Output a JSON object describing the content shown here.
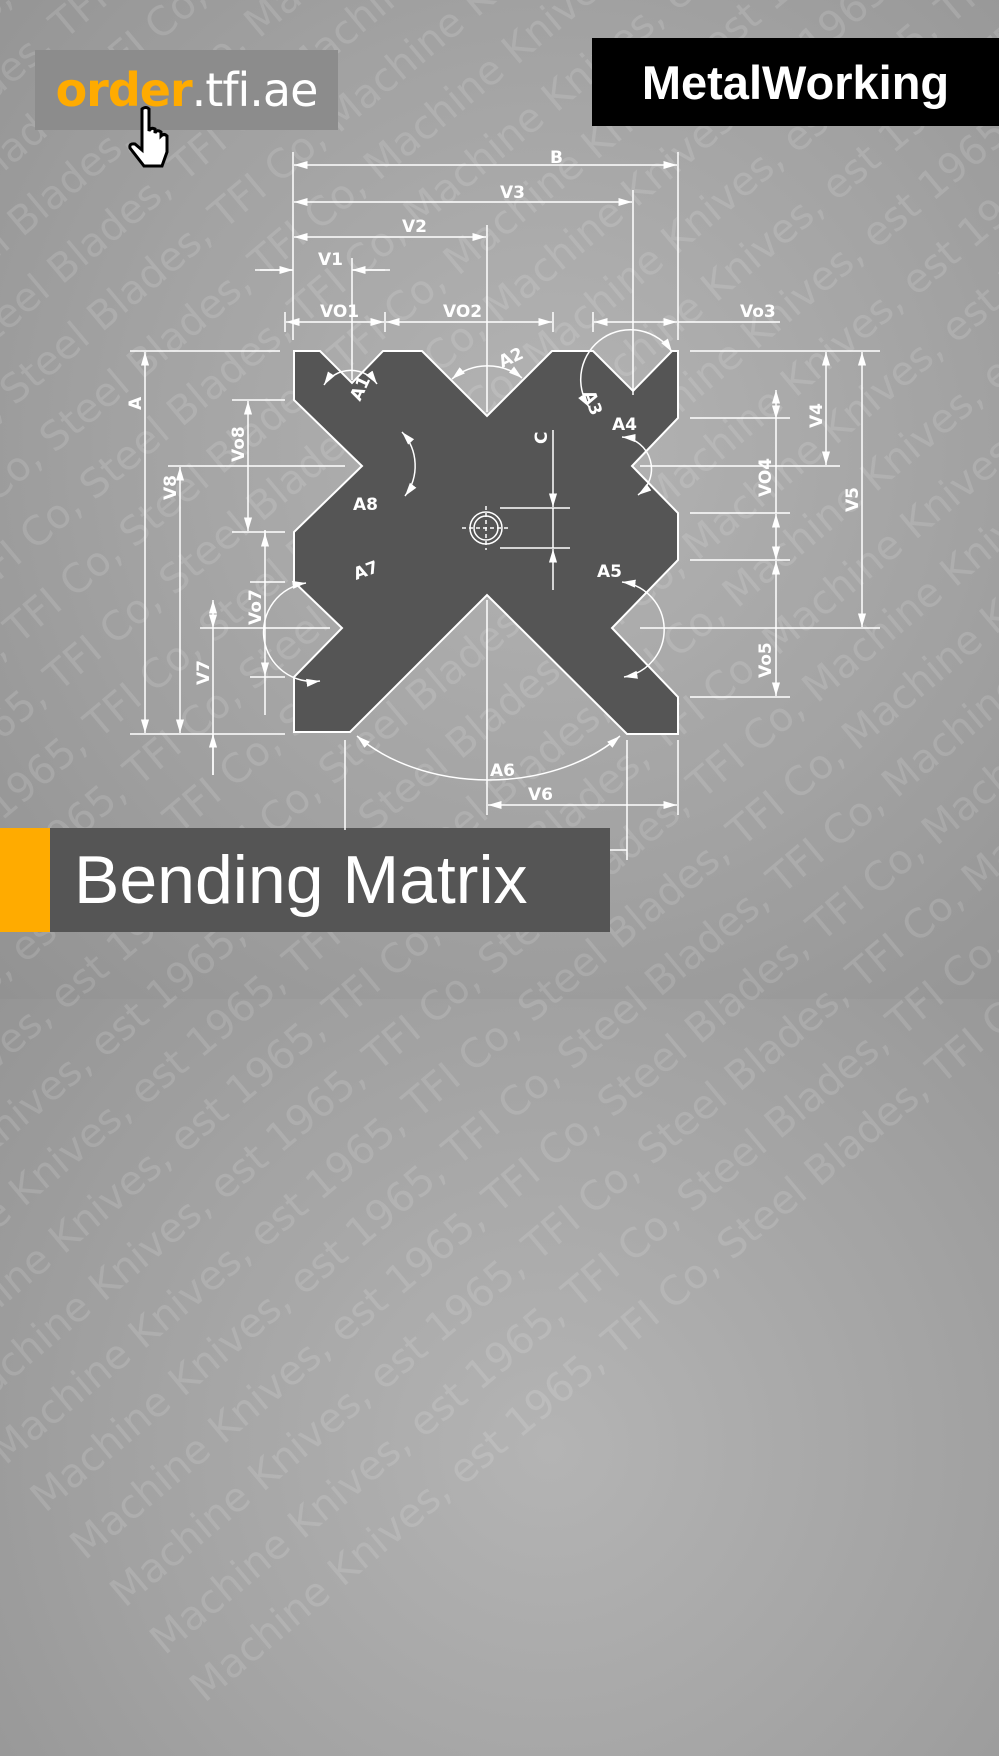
{
  "logo": {
    "order": "order",
    "domain": ".tfi.ae",
    "icon": "hand-pointer-icon"
  },
  "category": "MetalWorking",
  "title": "Bending Matrix",
  "watermark": "Machine Knives, est 1965, TFI Co, Steel Blades, TFI Co, ",
  "colors": {
    "accent": "#ffab00",
    "profile": "#555555",
    "background": "#a2a2a2"
  },
  "dimensions": {
    "B": "B",
    "V3": "V3",
    "V2": "V2",
    "V1": "V1",
    "VO1": "VO1",
    "VO2": "VO2",
    "Vo3": "Vo3",
    "A": "A",
    "V8": "V8",
    "Vo8": "Vo8",
    "Vo7": "Vo7",
    "V7": "V7",
    "V4": "V4",
    "Vo4": "VO4",
    "V5": "V5",
    "Vo5": "Vo5",
    "C": "C",
    "V6": "V6",
    "A1": "A1",
    "A2": "A2",
    "A3": "A3",
    "A4": "A4",
    "A5": "A5",
    "A6": "A6",
    "A7": "A7",
    "A8": "A8"
  }
}
